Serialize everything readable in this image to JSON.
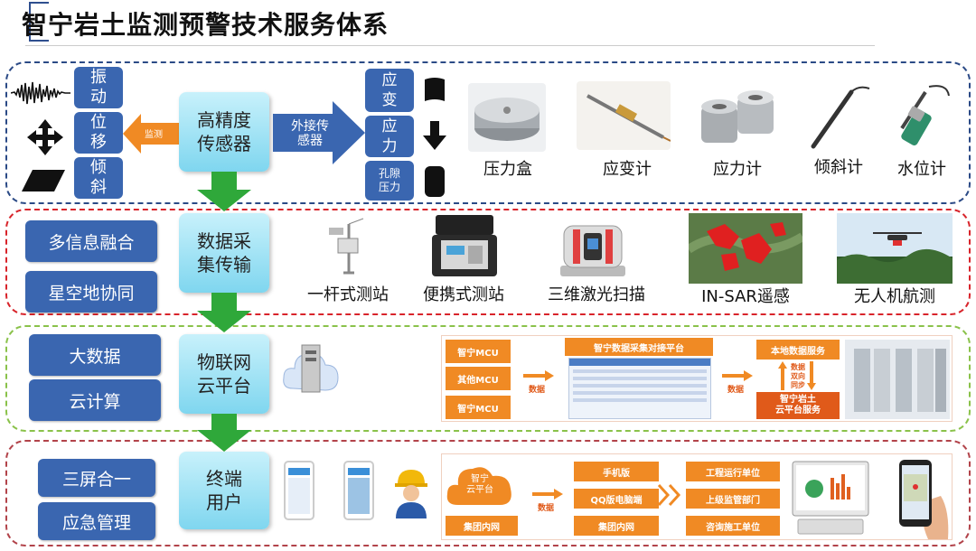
{
  "title": "智宁岩土监测预警技术服务体系",
  "row1": {
    "waves_labels": [
      "振动",
      "位移",
      "倾斜"
    ],
    "monitor_label": "监测",
    "sensor_box": "高精度\n传感器",
    "ext_label": "外接传\n感器",
    "types": [
      "应变",
      "应力",
      "孔隙\n压力"
    ],
    "products": [
      "压力盒",
      "应变计",
      "应力计",
      "倾斜计",
      "水位计"
    ]
  },
  "row2": {
    "left_boxes": [
      "多信息融合",
      "星空地协同"
    ],
    "center_box": "数据采\n集传输",
    "items": [
      "一杆式测站",
      "便携式测站",
      "三维激光扫描",
      "IN-SAR遥感",
      "无人机航测"
    ]
  },
  "row3": {
    "left_boxes": [
      "大数据",
      "云计算"
    ],
    "center_box": "物联网\n云平台",
    "flow": {
      "mcu": [
        "智宁MCU",
        "其他MCU",
        "智宁MCU"
      ],
      "platform_title": "智宁数据采集对接平台",
      "data_label": "数据",
      "local_service": "本地数据服务",
      "sync_label": "数据\n双向\n同步",
      "cloud_service": "智宁岩土\n云平台服务"
    }
  },
  "row4": {
    "left_boxes": [
      "三屏合一",
      "应急管理"
    ],
    "center_box": "终端\n用户",
    "flow": {
      "cloud": "智宁\n云平台",
      "intranet_left": "集团内网",
      "data_label": "数据",
      "clients": [
        "手机版",
        "QQ版电脑端",
        "集团内网"
      ],
      "units": [
        "工程运行单位",
        "上级监管部门",
        "咨询施工单位"
      ]
    }
  },
  "colors": {
    "blue": "#3a66b0",
    "orange": "#f08a24",
    "green": "#2fa83a",
    "cyan": "#7fd6ef"
  }
}
